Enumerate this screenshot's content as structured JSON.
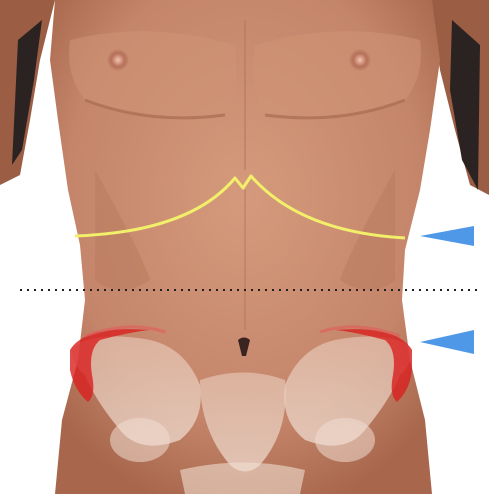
{
  "figure": {
    "subject": "anterior-torso-anatomy",
    "colors": {
      "background": "#ffffff",
      "skin": "#c98a6c",
      "skin_shadow": "#a8674c",
      "skin_highlight": "#ddb092",
      "hair": "#2b2321",
      "costal_margin_line": "#f2ef6a",
      "iliac_crest": "#d91f1f",
      "pelvis_bone": "#e6c8b6",
      "arrow": "#4f98e8",
      "dotted_line": "#1e1e1e"
    },
    "markers": [
      {
        "name": "costal-margin-arrow",
        "icon": "arrow-left-icon"
      },
      {
        "name": "iliac-crest-arrow",
        "icon": "arrow-left-icon"
      }
    ],
    "reference_line": {
      "style": "dotted",
      "orientation": "horizontal"
    }
  }
}
